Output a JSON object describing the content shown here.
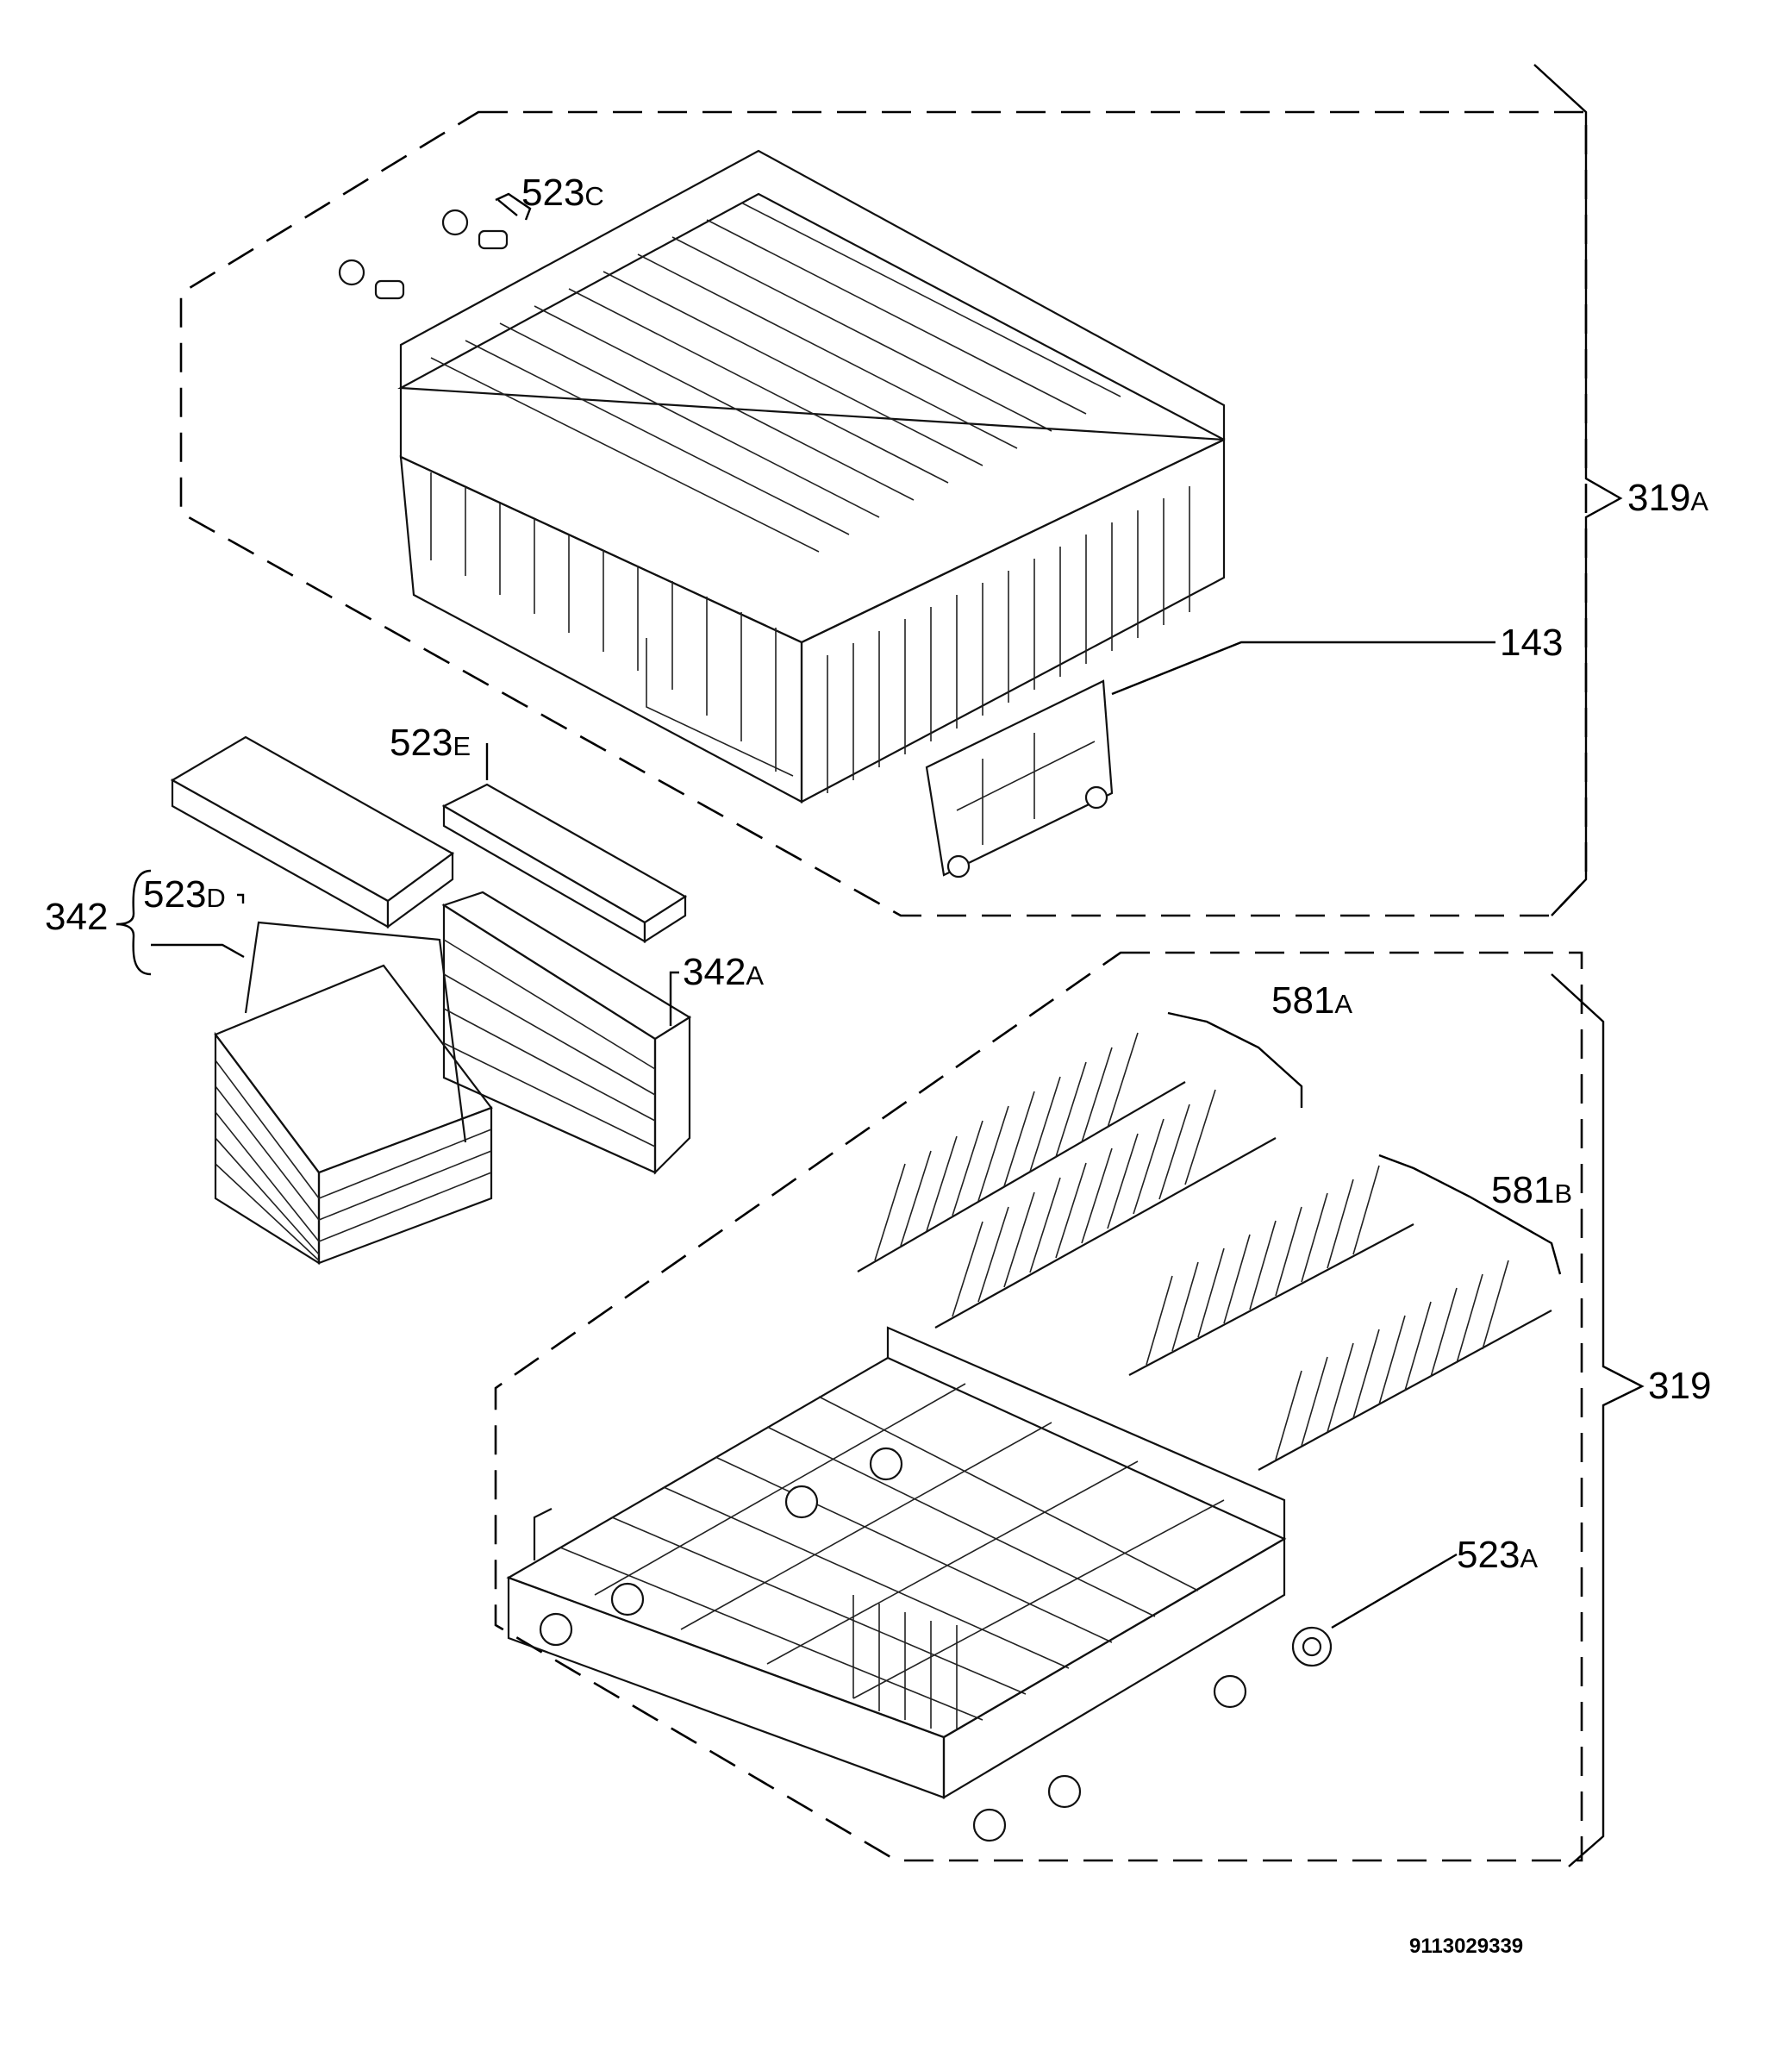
{
  "labels": {
    "p523c": {
      "num": "523",
      "suffix": "C"
    },
    "p319a": {
      "num": "319",
      "suffix": "A"
    },
    "p143": {
      "num": "143",
      "suffix": ""
    },
    "p523e": {
      "num": "523",
      "suffix": "E"
    },
    "p342": {
      "num": "342",
      "suffix": ""
    },
    "p523d": {
      "num": "523",
      "suffix": "D"
    },
    "p342a": {
      "num": "342",
      "suffix": "A"
    },
    "p581a": {
      "num": "581",
      "suffix": "A"
    },
    "p581b": {
      "num": "581",
      "suffix": "B"
    },
    "p319": {
      "num": "319",
      "suffix": ""
    },
    "p523a": {
      "num": "523",
      "suffix": "A"
    }
  },
  "document_number": "9113029339",
  "colors": {
    "ink": "#000000",
    "background": "#ffffff"
  }
}
